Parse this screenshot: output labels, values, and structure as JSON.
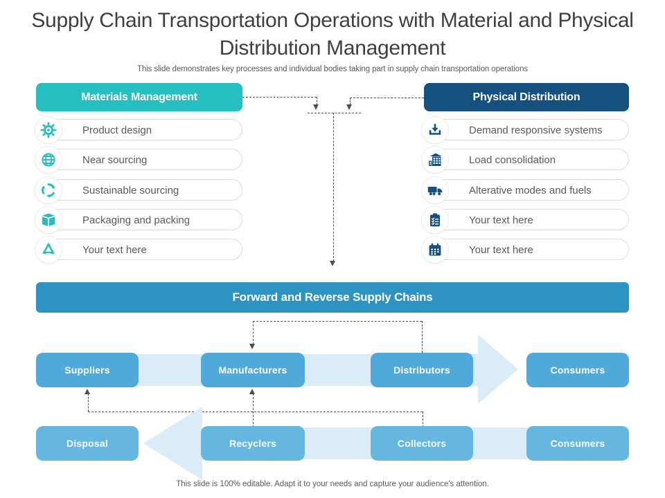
{
  "slide": {
    "title": "Supply Chain Transportation Operations with Material and Physical Distribution Management",
    "subtitle": "This slide demonstrates key processes and individual bodies taking part in supply chain transportation operations",
    "footer": "This slide is 100% editable. Adapt it to your needs and capture your audience's attention."
  },
  "materials": {
    "header": "Materials Management",
    "items": [
      {
        "icon": "gear-icon",
        "label": "Product design"
      },
      {
        "icon": "globe-icon",
        "label": "Near sourcing"
      },
      {
        "icon": "sustainability-icon",
        "label": "Sustainable sourcing"
      },
      {
        "icon": "package-icon",
        "label": "Packaging and packing"
      },
      {
        "icon": "recycle-icon",
        "label": "Your text here"
      }
    ]
  },
  "physical": {
    "header": "Physical Distribution",
    "items": [
      {
        "icon": "download-tray-icon",
        "label": "Demand responsive systems"
      },
      {
        "icon": "warehouse-icon",
        "label": "Load consolidation"
      },
      {
        "icon": "truck-icon",
        "label": "Alterative  modes and fuels"
      },
      {
        "icon": "clipboard-icon",
        "label": "Your text here"
      },
      {
        "icon": "calendar-icon",
        "label": "Your text here"
      }
    ]
  },
  "banner": {
    "label": "Forward and Reverse Supply Chains"
  },
  "forward_chain": [
    "Suppliers",
    "Manufacturers",
    "Distributors",
    "Consumers"
  ],
  "reverse_chain": [
    "Disposal",
    "Recyclers",
    "Collectors",
    "Consumers"
  ],
  "colors": {
    "teal_header": "#27BEC1",
    "navy_header": "#15507E",
    "banner_blue": "#2C93C2",
    "forward_box": "#4FAADB",
    "reverse_box": "#66B7E0",
    "band_light_blue": "#D9ECF8",
    "body_text": "#595959",
    "title_text": "#3F3F3F",
    "dash_gray": "#4D4D4D"
  }
}
